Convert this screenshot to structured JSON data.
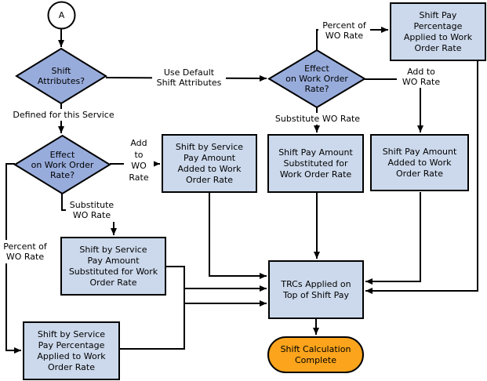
{
  "colors": {
    "decision_fill": "#98ACDC",
    "process_fill": "#CCD9EC",
    "terminal_fill": "#FBA41C",
    "shape_border": "#000000",
    "line": "#000000",
    "connector_fill": "#FFFFFF"
  },
  "nodes": {
    "connector_a": {
      "label": "A"
    },
    "shift_attributes": {
      "lines": [
        "Shift",
        "Attributes?"
      ]
    },
    "effect_on_wo_rate_left": {
      "lines": [
        "Effect",
        "on Work Order",
        "Rate?"
      ]
    },
    "effect_on_wo_rate_right": {
      "lines": [
        "Effect",
        "on Work Order",
        "Rate?"
      ]
    },
    "shift_pay_pct_applied": {
      "lines": [
        "Shift Pay",
        "Percentage",
        "Applied to Work",
        "Order Rate"
      ]
    },
    "shift_by_service_amount_added": {
      "lines": [
        "Shift by Service",
        "Pay Amount",
        "Added to Work",
        "Order Rate"
      ]
    },
    "shift_pay_amount_substituted": {
      "lines": [
        "Shift Pay Amount",
        "Substituted for",
        "Work Order Rate"
      ]
    },
    "shift_pay_amount_added": {
      "lines": [
        "Shift Pay Amount",
        "Added to Work",
        "Order Rate"
      ]
    },
    "shift_by_service_amount_substituted": {
      "lines": [
        "Shift by Service",
        "Pay Amount",
        "Substituted for Work",
        "Order Rate"
      ]
    },
    "shift_by_service_pct_applied": {
      "lines": [
        "Shift by Service",
        "Pay Percentage",
        "Applied to Work",
        "Order Rate"
      ]
    },
    "trcs_applied": {
      "lines": [
        "TRCs Applied on",
        "Top of Shift Pay"
      ]
    },
    "shift_calculation_complete": {
      "lines": [
        "Shift Calculation",
        "Complete"
      ]
    }
  },
  "edge_labels": {
    "use_default": {
      "lines": [
        "Use Default",
        "Shift Attributes"
      ]
    },
    "defined_for_service": {
      "lines": [
        "Defined for this Service"
      ]
    },
    "percent_of_wo_rate_right": {
      "lines": [
        "Percent of",
        "WO Rate"
      ]
    },
    "add_to_wo_rate_right": {
      "lines": [
        "Add to",
        "WO Rate"
      ]
    },
    "substitute_wo_rate_right": {
      "lines": [
        "Substitute WO Rate"
      ]
    },
    "add_to_wo_rate_left": {
      "lines": [
        "Add",
        "to",
        "WO",
        "Rate"
      ]
    },
    "substitute_wo_rate_left": {
      "lines": [
        "Substitute",
        "WO Rate"
      ]
    },
    "percent_of_wo_rate_left": {
      "lines": [
        "Percent of",
        "WO Rate"
      ]
    }
  }
}
